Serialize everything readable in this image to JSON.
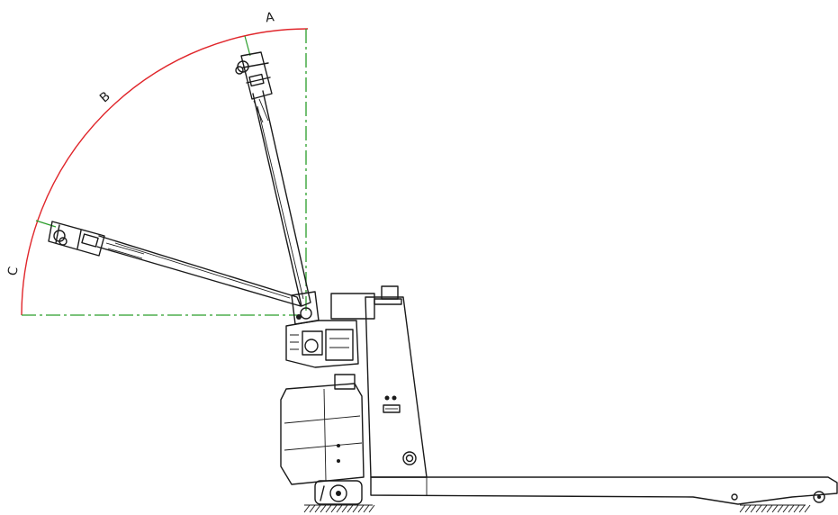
{
  "colors": {
    "outline": "#1a1a1a",
    "swing_arc": "#e0262b",
    "guide_line": "#2a9d2a"
  },
  "labels": {
    "zone_a": "A",
    "zone_b": "B",
    "zone_c": "C"
  }
}
